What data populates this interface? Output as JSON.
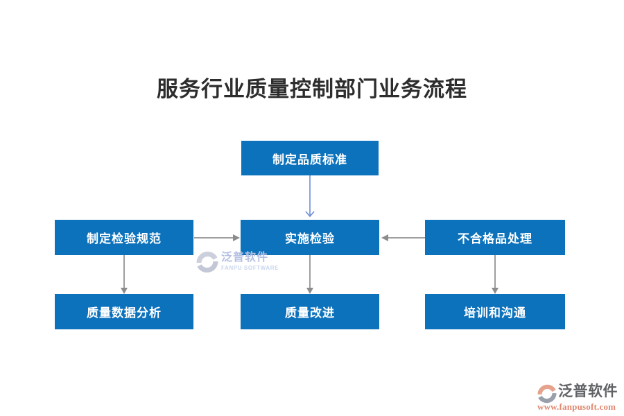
{
  "title": "服务行业质量控制部门业务流程",
  "colors": {
    "node_bg": "#0d72bc",
    "node_text": "#ffffff",
    "arrow_gray": "#9e9e9e",
    "arrow_blue": "#6e8cd7",
    "title_text": "#2d2d2d",
    "watermark_blue": "#b3c0e1",
    "watermark_gray": "#606266",
    "watermark_coral": "#e0876e"
  },
  "diagram": {
    "nodes": [
      {
        "id": "set-quality-standard",
        "label": "制定品质标准"
      },
      {
        "id": "set-inspection-spec",
        "label": "制定检验规范"
      },
      {
        "id": "implement-inspection",
        "label": "实施检验"
      },
      {
        "id": "nonconforming-handling",
        "label": "不合格品处理"
      },
      {
        "id": "quality-data-analysis",
        "label": "质量数据分析"
      },
      {
        "id": "quality-improvement",
        "label": "质量改进"
      },
      {
        "id": "training-communication",
        "label": "培训和沟通"
      }
    ],
    "edges": [
      {
        "from": "set-quality-standard",
        "to": "implement-inspection",
        "style": "blue"
      },
      {
        "from": "set-inspection-spec",
        "to": "implement-inspection",
        "style": "gray"
      },
      {
        "from": "nonconforming-handling",
        "to": "implement-inspection",
        "style": "gray"
      },
      {
        "from": "set-inspection-spec",
        "to": "quality-data-analysis",
        "style": "gray"
      },
      {
        "from": "implement-inspection",
        "to": "quality-improvement",
        "style": "gray"
      },
      {
        "from": "nonconforming-handling",
        "to": "training-communication",
        "style": "gray"
      }
    ]
  },
  "watermark_center": {
    "brand": "泛普软件",
    "subtitle": "FANPU SOFTWARE"
  },
  "watermark_corner": {
    "brand": "泛普软件",
    "url": "www.fanpusoft.com"
  }
}
